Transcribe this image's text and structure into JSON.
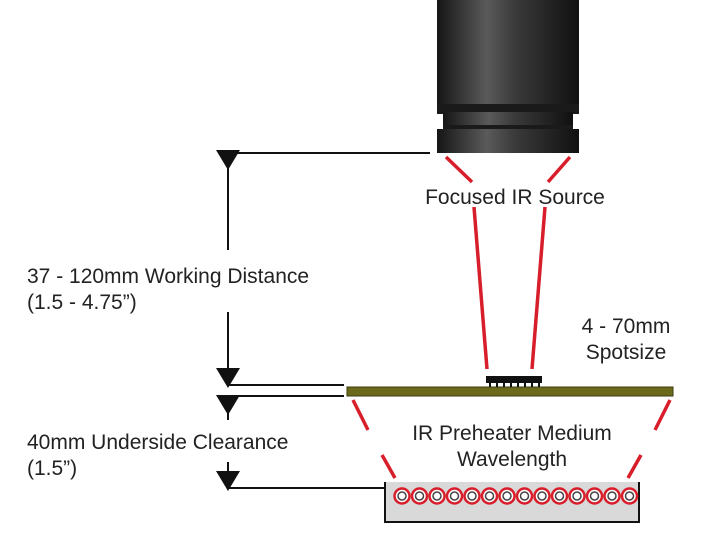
{
  "labels": {
    "focused_source": "Focused IR Source",
    "working_distance_line1": "37 - 120mm Working Distance",
    "working_distance_line2": "(1.5 - 4.75”)",
    "spotsize_line1": "4 - 70mm",
    "spotsize_line2": "Spotsize",
    "clearance_line1": "40mm Underside Clearance",
    "clearance_line2": "(1.5”)",
    "preheater_line1": "IR Preheater Medium",
    "preheater_line2": "Wavelength"
  },
  "colors": {
    "beam": "#d81e2a",
    "board": "#6b6a1c",
    "source_body": "#2f2f2f",
    "heater_tray": "#d9d9d9",
    "line": "#111111"
  },
  "icons": {
    "source": "cylindrical-ir-lamp-icon",
    "component": "chip-component-icon",
    "heater": "heater-element-row-icon"
  }
}
